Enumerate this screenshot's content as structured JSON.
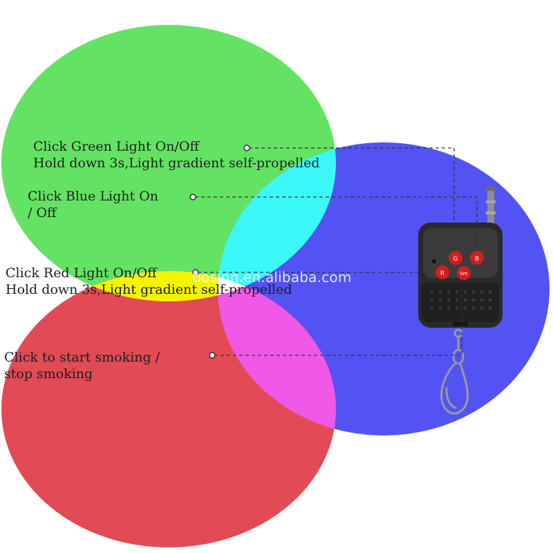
{
  "colors": {
    "green": "#64e264",
    "blue": "#5353f4",
    "red": "#e24a55",
    "cyan": "#3cf7f7",
    "yellow": "#f4f400",
    "magenta": "#f058e8",
    "remote_body": "#2a2a2a",
    "button_red": "#d11e1e",
    "dash": "#333333"
  },
  "labels": {
    "green": {
      "line1": "Click Green Light On/Off",
      "line2": "Hold down 3s,Light gradient self-propelled"
    },
    "blue": {
      "line1": "Click Blue Light On",
      "line2": "/ Off"
    },
    "red": {
      "line1": "Click Red Light On/Off",
      "line2": "Hold down 3s,Light gradient self-propelled"
    },
    "smoke": {
      "line1": "Click to start smoking /",
      "line2": "stop smoking"
    }
  },
  "remote": {
    "buttons": {
      "green": "G",
      "blue": "B",
      "red": "R",
      "smoke": "Sm"
    }
  },
  "watermark": "bosinn.en.alibaba.com"
}
